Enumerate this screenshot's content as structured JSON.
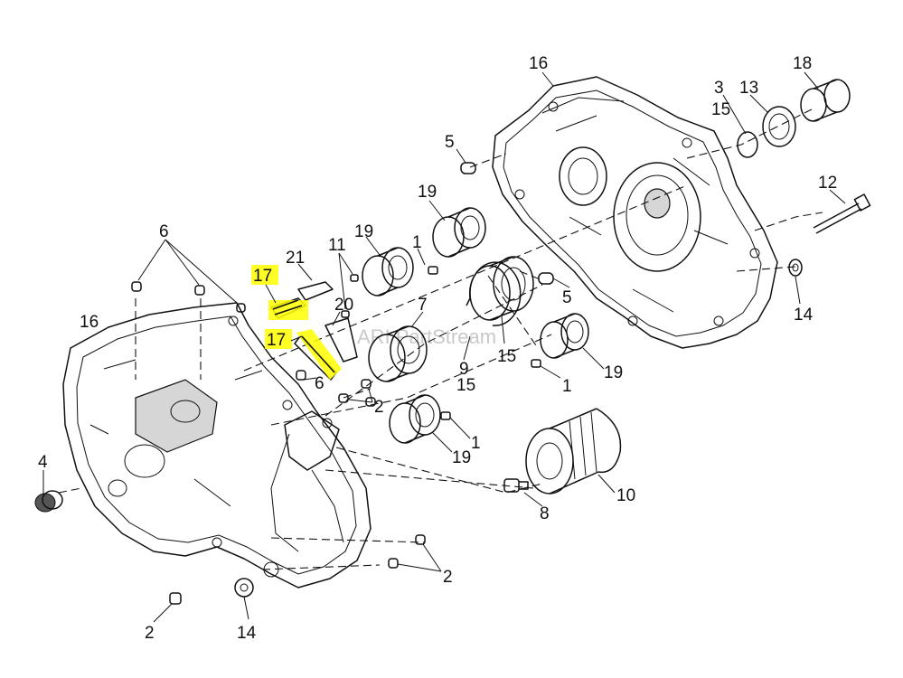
{
  "diagram": {
    "watermark": "ARI PartStream",
    "callouts": [
      {
        "id": "c16a",
        "text": "16"
      },
      {
        "id": "c18",
        "text": "18"
      },
      {
        "id": "c3",
        "text": "3"
      },
      {
        "id": "c13",
        "text": "13"
      },
      {
        "id": "c15a",
        "text": "15"
      },
      {
        "id": "c5a",
        "text": "5"
      },
      {
        "id": "c19a",
        "text": "19"
      },
      {
        "id": "c12",
        "text": "12"
      },
      {
        "id": "c6a",
        "text": "6"
      },
      {
        "id": "c21",
        "text": "21"
      },
      {
        "id": "c11",
        "text": "11"
      },
      {
        "id": "c19b",
        "text": "19"
      },
      {
        "id": "c1a",
        "text": "1"
      },
      {
        "id": "c17a",
        "text": "17"
      },
      {
        "id": "c20",
        "text": "20"
      },
      {
        "id": "c7",
        "text": "7"
      },
      {
        "id": "c5b",
        "text": "5"
      },
      {
        "id": "c14a",
        "text": "14"
      },
      {
        "id": "c16b",
        "text": "16"
      },
      {
        "id": "c17b",
        "text": "17"
      },
      {
        "id": "c6b",
        "text": "6"
      },
      {
        "id": "c9",
        "text": "9"
      },
      {
        "id": "c15b",
        "text": "15"
      },
      {
        "id": "c15c",
        "text": "15"
      },
      {
        "id": "c19c",
        "text": "19"
      },
      {
        "id": "c1b",
        "text": "1"
      },
      {
        "id": "c2a",
        "text": "2"
      },
      {
        "id": "c1c",
        "text": "1"
      },
      {
        "id": "c19d",
        "text": "19"
      },
      {
        "id": "c4",
        "text": "4"
      },
      {
        "id": "c10",
        "text": "10"
      },
      {
        "id": "c8",
        "text": "8"
      },
      {
        "id": "c2b",
        "text": "2"
      },
      {
        "id": "c2c",
        "text": "2"
      },
      {
        "id": "c14b",
        "text": "14"
      }
    ]
  }
}
